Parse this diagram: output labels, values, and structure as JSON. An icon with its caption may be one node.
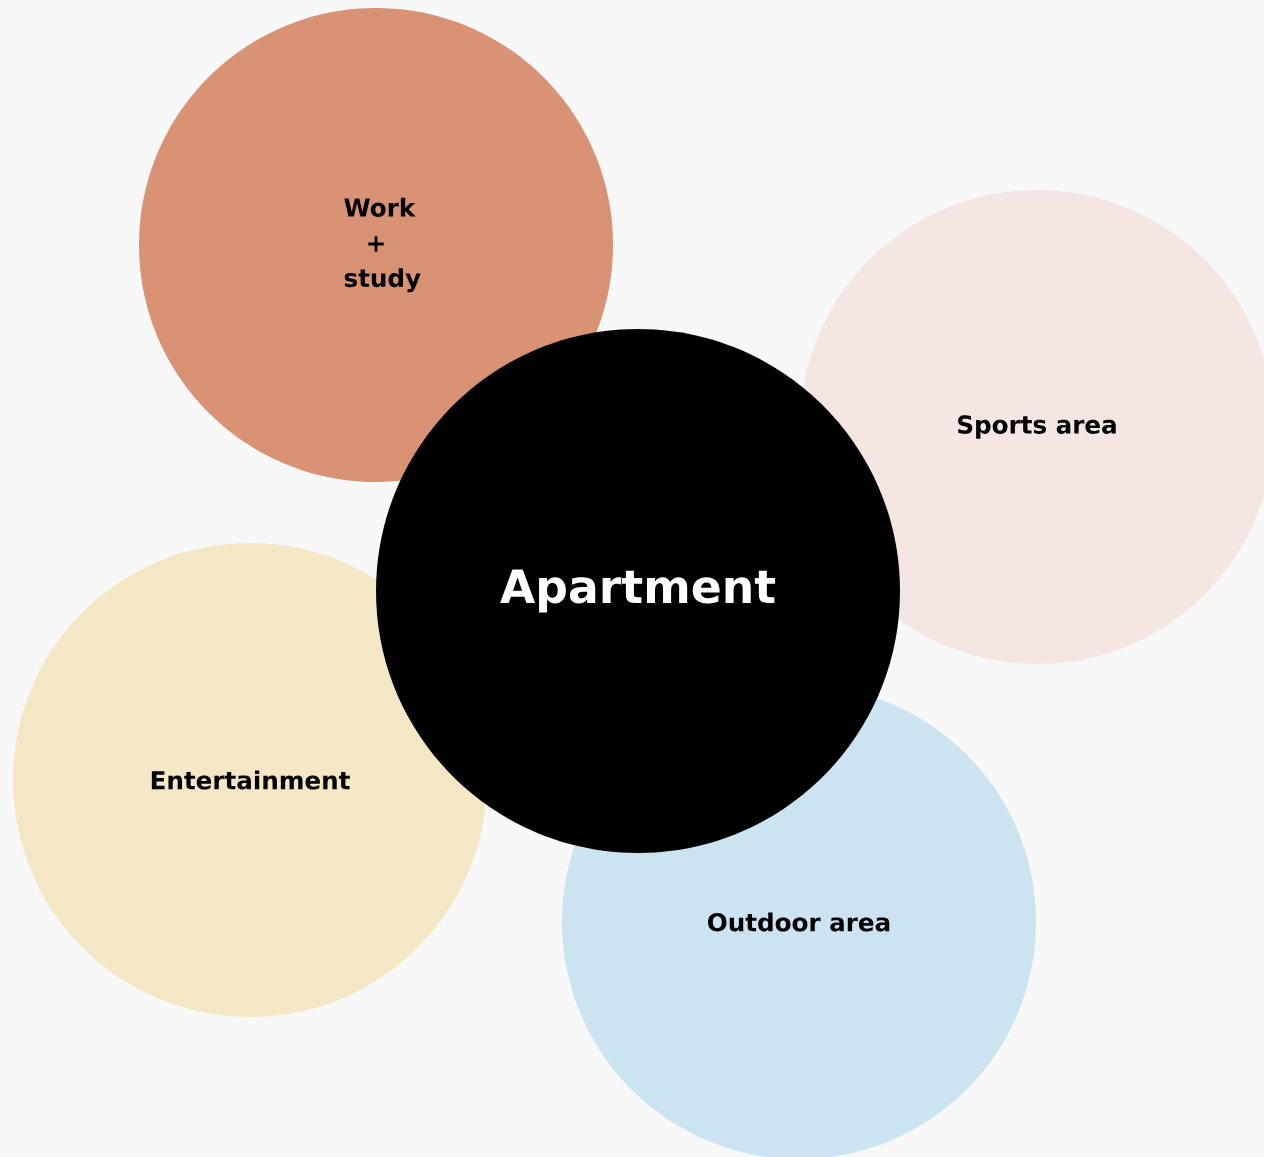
{
  "diagram": {
    "nodes": [
      {
        "text": [
          "Work + study"
        ]
      },
      {
        "text": [
          "Sports area"
        ]
      },
      {
        "text": [
          "Apartment"
        ]
      },
      {
        "text": [
          "Entertainment"
        ]
      },
      {
        "text": [
          "Outdoor area"
        ]
      }
    ]
  }
}
